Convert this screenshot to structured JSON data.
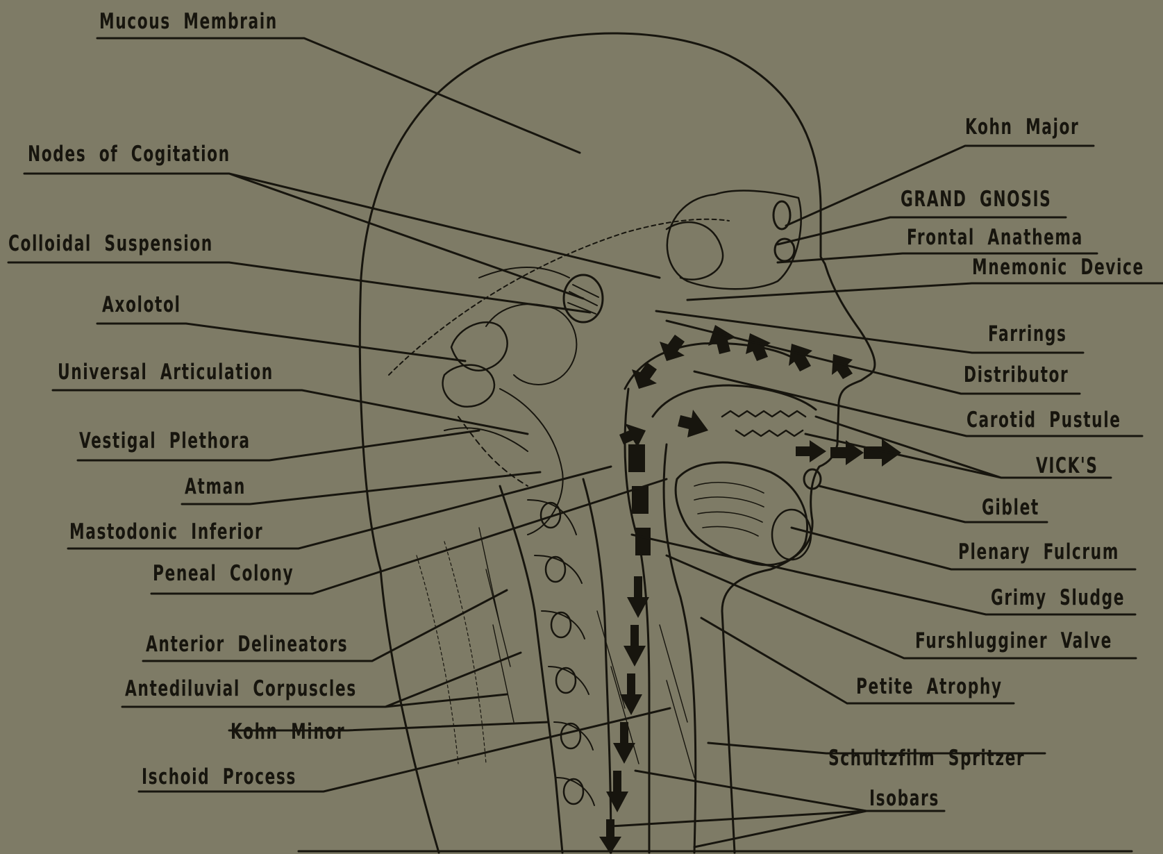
{
  "diagram": {
    "labels_left": [
      {
        "id": "mucous-membrain",
        "text": "Mucous Membrain"
      },
      {
        "id": "nodes-of-cogitation",
        "text": "Nodes of Cogitation"
      },
      {
        "id": "colloidal-suspension",
        "text": "Colloidal Suspension"
      },
      {
        "id": "axolotol",
        "text": "Axolotol"
      },
      {
        "id": "universal-articulation",
        "text": "Universal Articulation"
      },
      {
        "id": "vestigal-plethora",
        "text": "Vestigal Plethora"
      },
      {
        "id": "atman",
        "text": "Atman"
      },
      {
        "id": "mastodonic-inferior",
        "text": "Mastodonic Inferior"
      },
      {
        "id": "peneal-colony",
        "text": "Peneal Colony"
      },
      {
        "id": "anterior-delineators",
        "text": "Anterior Delineators"
      },
      {
        "id": "antediluvial-corpuscles",
        "text": "Antediluvial Corpuscles"
      },
      {
        "id": "kohn-minor",
        "text": "Kohn Minor"
      },
      {
        "id": "ischoid-process",
        "text": "Ischoid Process"
      }
    ],
    "labels_right": [
      {
        "id": "kohn-major",
        "text": "Kohn Major"
      },
      {
        "id": "grand-gnosis",
        "text": "GRAND GNOSIS"
      },
      {
        "id": "frontal-anathema",
        "text": "Frontal Anathema"
      },
      {
        "id": "mnemonic-device",
        "text": "Mnemonic Device"
      },
      {
        "id": "farrings",
        "text": "Farrings"
      },
      {
        "id": "distributor",
        "text": "Distributor"
      },
      {
        "id": "carotid-pustule",
        "text": "Carotid Pustule"
      },
      {
        "id": "vicks",
        "text": "VICK'S"
      },
      {
        "id": "giblet",
        "text": "Giblet"
      },
      {
        "id": "plenary-fulcrum",
        "text": "Plenary Fulcrum"
      },
      {
        "id": "grimy-sludge",
        "text": "Grimy Sludge"
      },
      {
        "id": "furshlugginer-valve",
        "text": "Furshlugginer Valve"
      },
      {
        "id": "petite-atrophy",
        "text": "Petite Atrophy"
      },
      {
        "id": "schultzfilm-spritzer",
        "text": "Schultzfilm Spritzer"
      },
      {
        "id": "isobars",
        "text": "Isobars"
      }
    ],
    "colors": {
      "paper": "#7e7b66",
      "ink": "#17150e"
    }
  }
}
